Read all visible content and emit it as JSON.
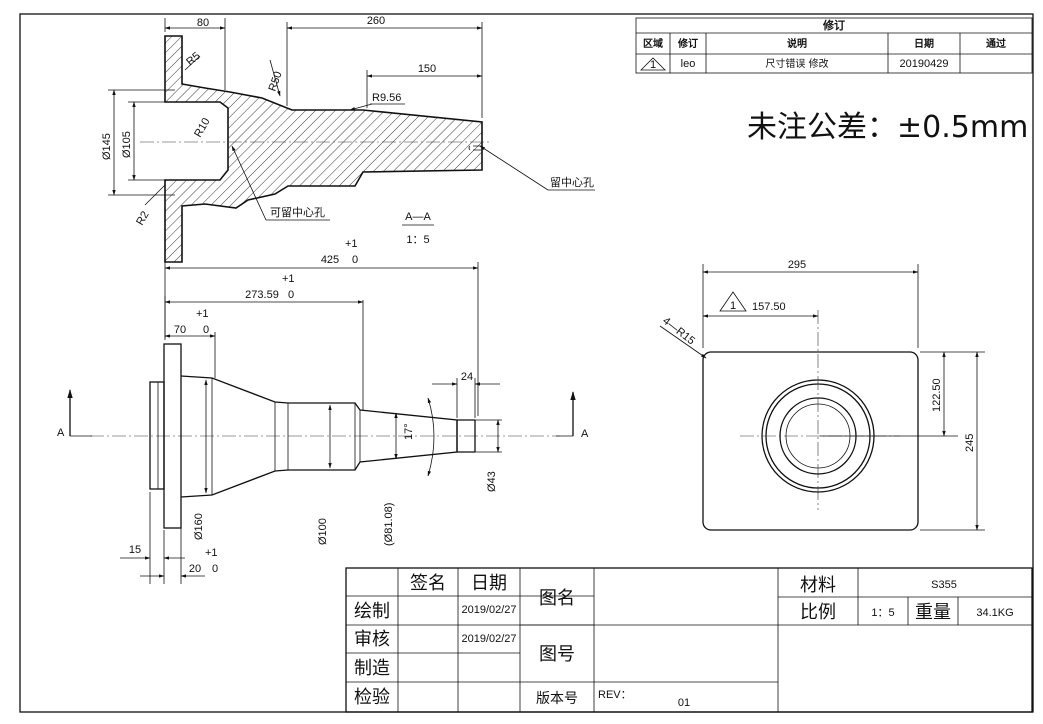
{
  "revision": {
    "title": "修订",
    "headers": [
      "区域",
      "修订",
      "说明",
      "日期",
      "通过"
    ],
    "row": {
      "zone": "1",
      "rev": "leo",
      "desc": "尺寸错误 修改",
      "date": "20190429",
      "approved": ""
    }
  },
  "tolerance_note": "未注公差：±0.5mm",
  "section_view": {
    "label": "A—A",
    "scale": "1：5",
    "dims": {
      "d80": "80",
      "d260": "260",
      "d150": "150",
      "r5": "R5",
      "r50": "R50",
      "r956": "R9.56",
      "r10": "R10",
      "r2": "R2",
      "phi145": "Ø145",
      "phi105": "Ø105"
    },
    "callouts": {
      "center_hole_optional": "可留中心孔",
      "center_hole_keep": "留中心孔"
    }
  },
  "front_view": {
    "dims": {
      "d425": "425",
      "d425_tol_upper": "+1",
      "d425_tol_lower": "0",
      "d273": "273.59",
      "d273_tol_upper": "+1",
      "d273_tol_lower": "0",
      "d70": "70",
      "d70_tol_upper": "+1",
      "d70_tol_lower": "0",
      "d24": "24",
      "d15": "15",
      "d20": "20",
      "d20_tol_upper": "+1",
      "d20_tol_lower": "0",
      "angle": "17°",
      "phi160": "Ø160",
      "phi100": "Ø100",
      "phi8108": "(Ø81.08)",
      "phi43": "Ø43"
    },
    "section_mark": "A"
  },
  "side_view": {
    "dims": {
      "d295": "295",
      "d157": "157.50",
      "r15": "4—R15",
      "d12250": "122.50",
      "d245": "245"
    },
    "rev_marker": "1"
  },
  "title_block": {
    "col_sign": "签名",
    "col_date": "日期",
    "rows": [
      {
        "label": "绘制",
        "date": "2019/02/27"
      },
      {
        "label": "审核",
        "date": "2019/02/27"
      },
      {
        "label": "制造",
        "date": ""
      },
      {
        "label": "检验",
        "date": ""
      }
    ],
    "drawing_name_label": "图名",
    "drawing_no_label": "图号",
    "version_label": "版本号",
    "rev_label": "REV：",
    "rev_value": "01",
    "material_label": "材料",
    "material_value": "S355",
    "scale_label": "比例",
    "scale_value": "1：5",
    "weight_label": "重量",
    "weight_value": "34.1KG"
  }
}
